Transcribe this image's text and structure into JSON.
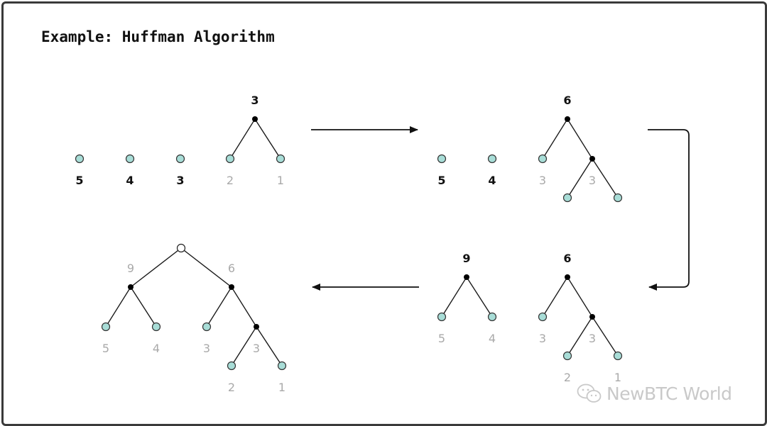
{
  "title": "Example: Huffman Algorithm",
  "watermark": "NewBTC World",
  "colors": {
    "leaf_fill": "#a8ddd7",
    "inner_node": "#000000",
    "dark_label": "#111111",
    "grey_label": "#a9a9a9"
  },
  "steps": [
    {
      "id": "step-1",
      "nodes": [
        {
          "id": "leaf5",
          "kind": "leaf",
          "label": "5",
          "tone": "dark"
        },
        {
          "id": "leaf4",
          "kind": "leaf",
          "label": "4",
          "tone": "dark"
        },
        {
          "id": "leaf3",
          "kind": "leaf",
          "label": "3",
          "tone": "dark"
        },
        {
          "id": "n3",
          "kind": "inner",
          "label": "3",
          "tone": "dark"
        },
        {
          "id": "leaf2",
          "kind": "leaf",
          "label": "2",
          "tone": "grey"
        },
        {
          "id": "leaf1",
          "kind": "leaf",
          "label": "1",
          "tone": "grey"
        }
      ],
      "edges": [
        [
          "n3",
          "leaf2"
        ],
        [
          "n3",
          "leaf1"
        ]
      ]
    },
    {
      "id": "step-2",
      "nodes": [
        {
          "id": "leaf5",
          "kind": "leaf",
          "label": "5",
          "tone": "dark"
        },
        {
          "id": "leaf4",
          "kind": "leaf",
          "label": "4",
          "tone": "dark"
        },
        {
          "id": "n6",
          "kind": "inner",
          "label": "6",
          "tone": "dark"
        },
        {
          "id": "leaf3",
          "kind": "leaf",
          "label": "3",
          "tone": "grey"
        },
        {
          "id": "n3",
          "kind": "inner",
          "label": "3",
          "tone": "grey"
        },
        {
          "id": "leaf2",
          "kind": "leaf",
          "label": "",
          "tone": "grey"
        },
        {
          "id": "leaf1",
          "kind": "leaf",
          "label": "",
          "tone": "grey"
        }
      ],
      "edges": [
        [
          "n6",
          "leaf3"
        ],
        [
          "n6",
          "n3"
        ],
        [
          "n3",
          "leaf2"
        ],
        [
          "n3",
          "leaf1"
        ]
      ]
    },
    {
      "id": "step-3",
      "nodes": [
        {
          "id": "n9",
          "kind": "inner",
          "label": "9",
          "tone": "dark"
        },
        {
          "id": "leaf5",
          "kind": "leaf",
          "label": "5",
          "tone": "grey"
        },
        {
          "id": "leaf4",
          "kind": "leaf",
          "label": "4",
          "tone": "grey"
        },
        {
          "id": "n6",
          "kind": "inner",
          "label": "6",
          "tone": "dark"
        },
        {
          "id": "leaf3",
          "kind": "leaf",
          "label": "3",
          "tone": "grey"
        },
        {
          "id": "n3",
          "kind": "inner",
          "label": "3",
          "tone": "grey"
        },
        {
          "id": "leaf2",
          "kind": "leaf",
          "label": "2",
          "tone": "grey"
        },
        {
          "id": "leaf1",
          "kind": "leaf",
          "label": "1",
          "tone": "grey"
        }
      ],
      "edges": [
        [
          "n9",
          "leaf5"
        ],
        [
          "n9",
          "leaf4"
        ],
        [
          "n6",
          "leaf3"
        ],
        [
          "n6",
          "n3"
        ],
        [
          "n3",
          "leaf2"
        ],
        [
          "n3",
          "leaf1"
        ]
      ]
    },
    {
      "id": "step-4",
      "nodes": [
        {
          "id": "root",
          "kind": "root",
          "label": "",
          "tone": "grey"
        },
        {
          "id": "n9",
          "kind": "inner",
          "label": "9",
          "tone": "grey"
        },
        {
          "id": "n6",
          "kind": "inner",
          "label": "6",
          "tone": "grey"
        },
        {
          "id": "leaf5",
          "kind": "leaf",
          "label": "5",
          "tone": "grey"
        },
        {
          "id": "leaf4",
          "kind": "leaf",
          "label": "4",
          "tone": "grey"
        },
        {
          "id": "leaf3",
          "kind": "leaf",
          "label": "3",
          "tone": "grey"
        },
        {
          "id": "n3",
          "kind": "inner",
          "label": "3",
          "tone": "grey"
        },
        {
          "id": "leaf2",
          "kind": "leaf",
          "label": "2",
          "tone": "grey"
        },
        {
          "id": "leaf1",
          "kind": "leaf",
          "label": "1",
          "tone": "grey"
        }
      ],
      "edges": [
        [
          "root",
          "n9"
        ],
        [
          "root",
          "n6"
        ],
        [
          "n9",
          "leaf5"
        ],
        [
          "n9",
          "leaf4"
        ],
        [
          "n6",
          "leaf3"
        ],
        [
          "n6",
          "n3"
        ],
        [
          "n3",
          "leaf2"
        ],
        [
          "n3",
          "leaf1"
        ]
      ]
    }
  ]
}
